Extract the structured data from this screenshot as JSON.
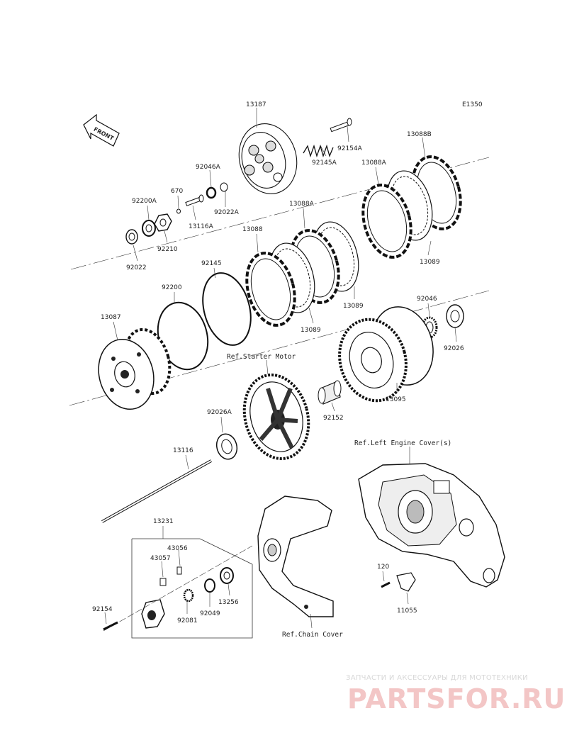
{
  "diagram": {
    "code": "E1350",
    "front_label": "FRONT",
    "parts": {
      "p13187": "13187",
      "p92154A": "92154A",
      "p92145A": "92145A",
      "p92046A": "92046A",
      "p670": "670",
      "p92022A": "92022A",
      "p13116A": "13116A",
      "p92200A": "92200A",
      "p92210": "92210",
      "p92022": "92022",
      "p13088B": "13088B",
      "p13088A_1": "13088A",
      "p13088A_2": "13088A",
      "p13088": "13088",
      "p13089_1": "13089",
      "p13089_2": "13089",
      "p13089_3": "13089",
      "p92145": "92145",
      "p92200": "92200",
      "p13087": "13087",
      "p92046": "92046",
      "p92026": "92026",
      "p92152": "92152",
      "p13095": "13095",
      "p92026A": "92026A",
      "p13116": "13116",
      "p13231": "13231",
      "p43056": "43056",
      "p43057": "43057",
      "p92154": "92154",
      "p92081": "92081",
      "p92049": "92049",
      "p13256": "13256",
      "p120": "120",
      "p11055": "11055"
    },
    "refs": {
      "starter_motor": "Ref.Starter Motor",
      "left_engine_cover": "Ref.Left Engine Cover(s)",
      "chain_cover": "Ref.Chain Cover"
    }
  },
  "watermark": {
    "tagline": "ЗАПЧАСТИ И АКСЕССУАРЫ ДЛЯ МОТОТЕХНИКИ",
    "brand": "PARTSFOR.RU"
  }
}
